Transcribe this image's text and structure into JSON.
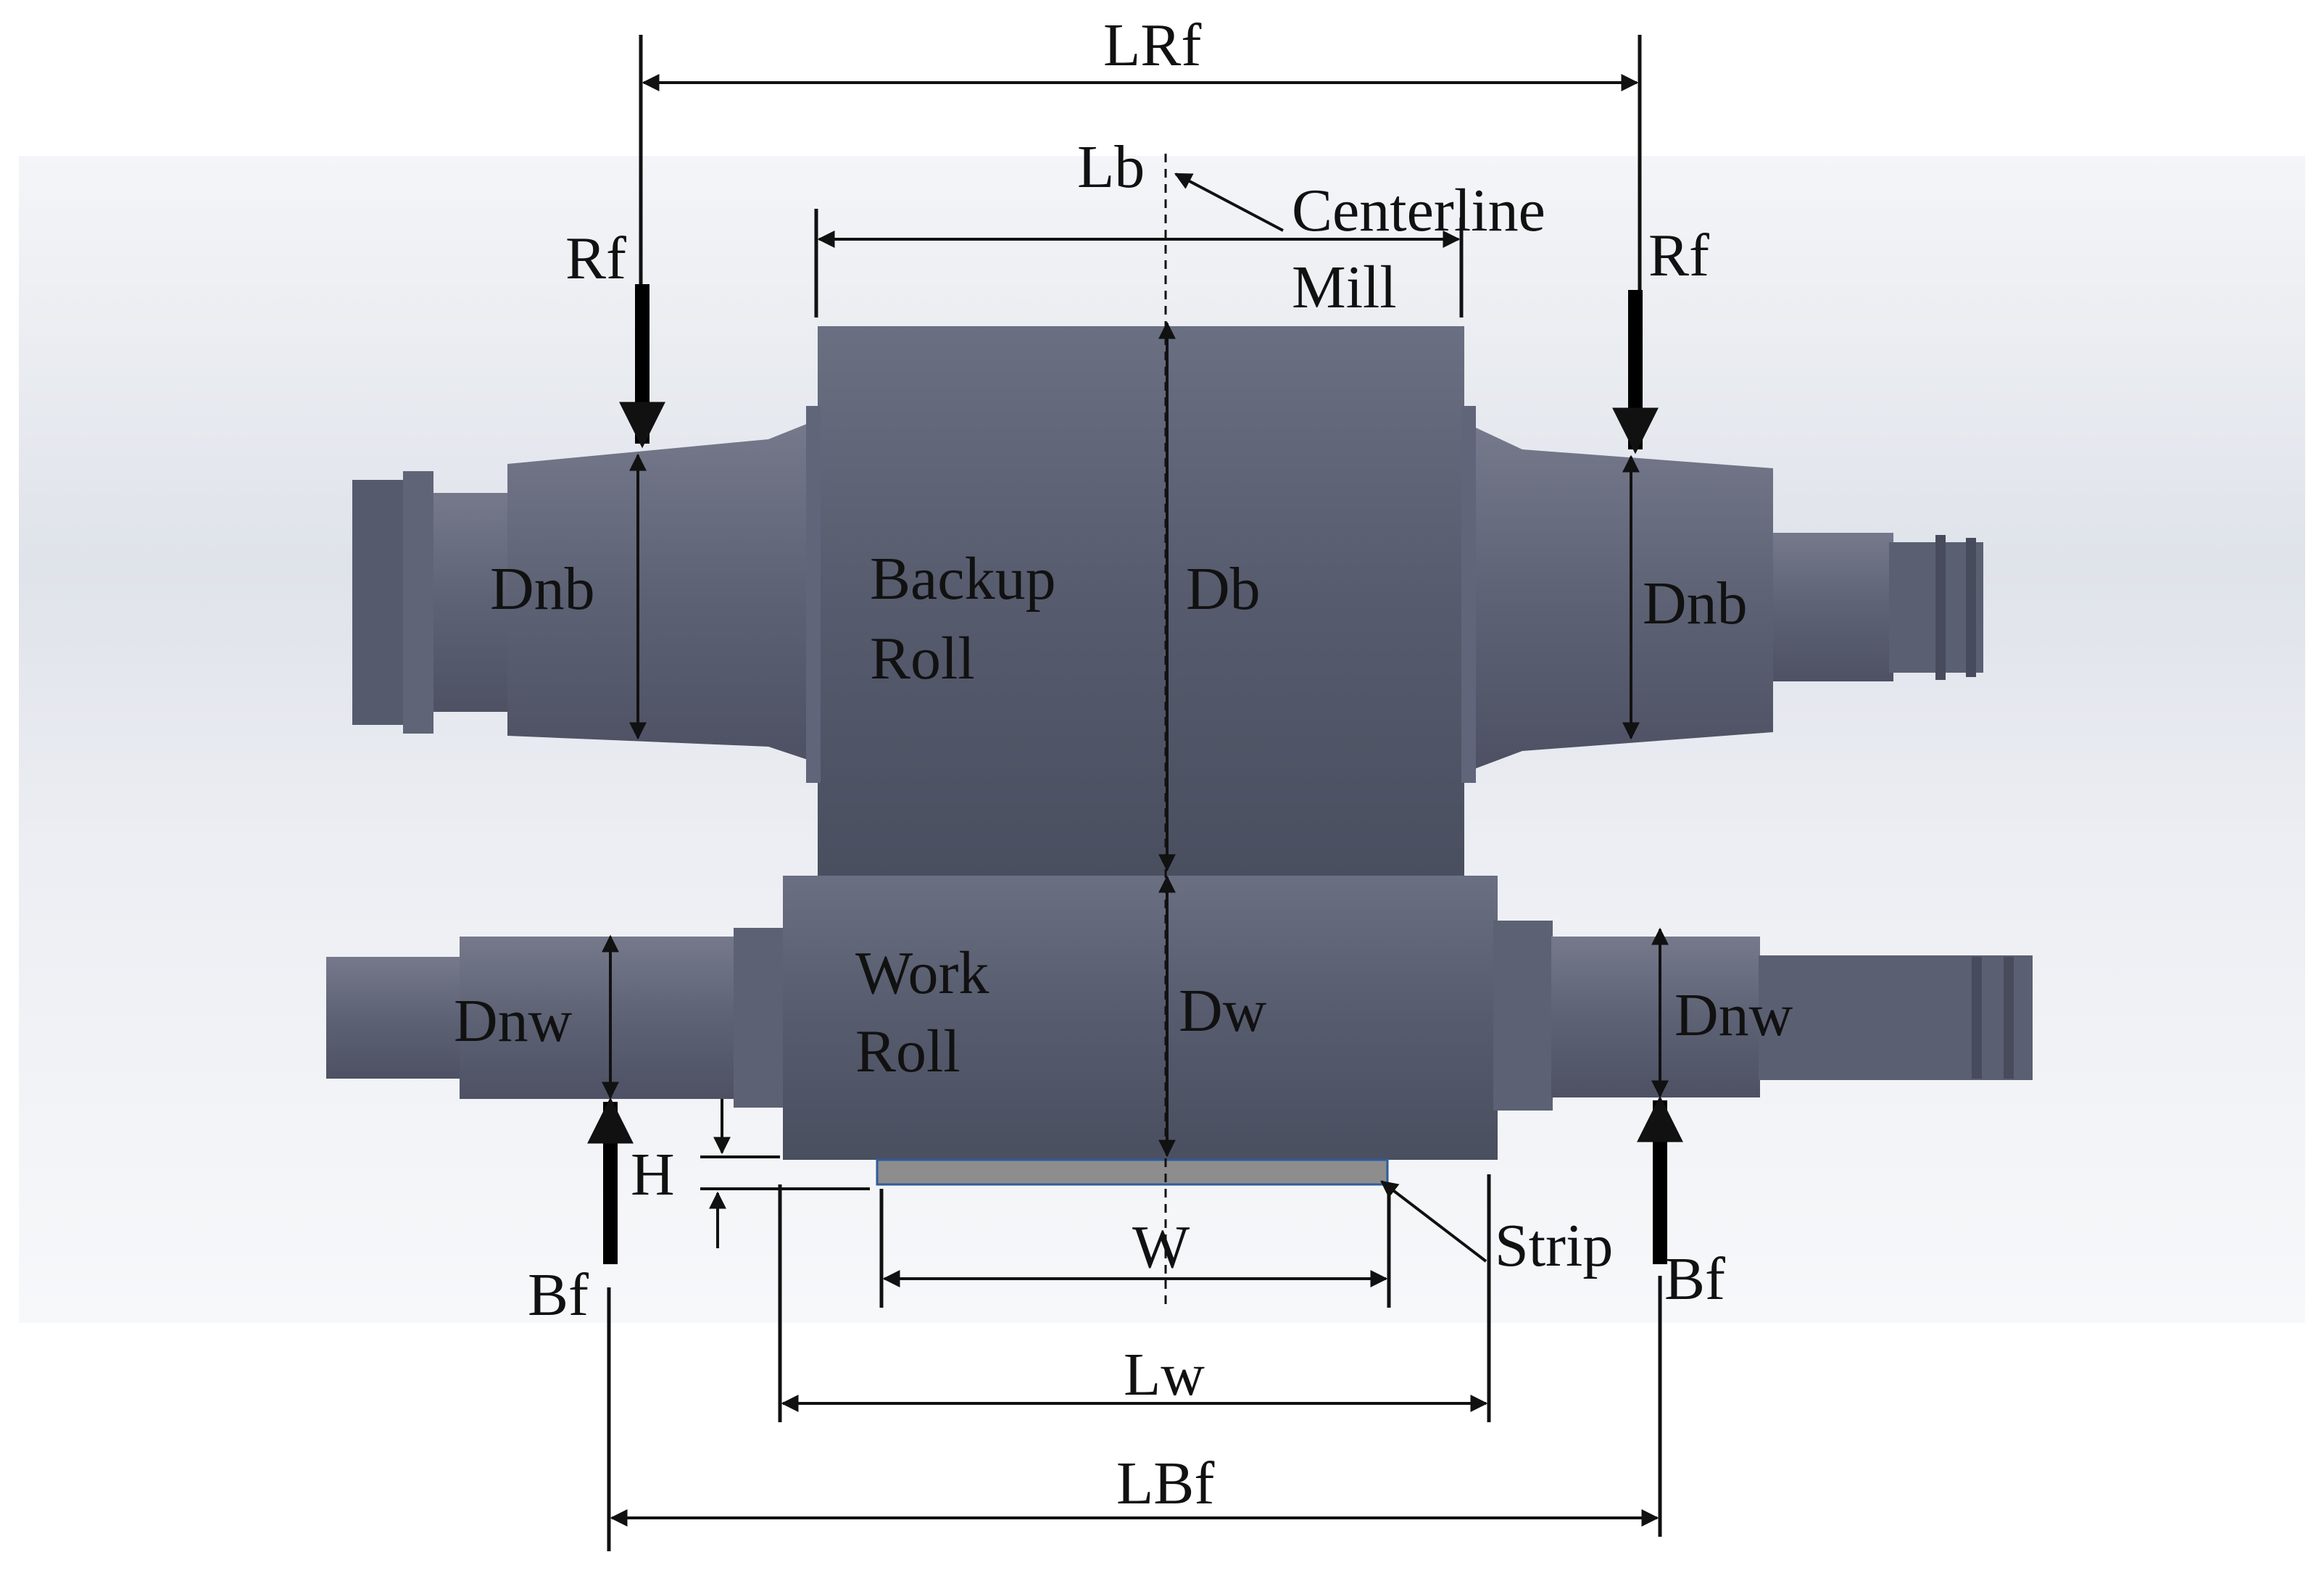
{
  "labels": {
    "lrf": "LRf",
    "lb": "Lb",
    "centerline": "Centerline",
    "mill": "Mill",
    "rf_left": "Rf",
    "rf_right": "Rf",
    "dnb_left": "Dnb",
    "dnb_right": "Dnb",
    "backup": "Backup",
    "roll_backup": "Roll",
    "db": "Db",
    "work": "Work",
    "roll_work": "Roll",
    "dw": "Dw",
    "dnw_left": "Dnw",
    "dnw_right": "Dnw",
    "h": "H",
    "w": "W",
    "strip": "Strip",
    "bf_left": "Bf",
    "bf_right": "Bf",
    "lw": "Lw",
    "lbf": "LBf"
  },
  "colors": {
    "roll_dark": "#4b5062",
    "roll_mid": "#5e6376",
    "roll_light": "#6f7486",
    "strip_fill": "#8d8d8d",
    "strip_edge": "#2e5c9c",
    "background_haze": "#e6e9ef"
  }
}
